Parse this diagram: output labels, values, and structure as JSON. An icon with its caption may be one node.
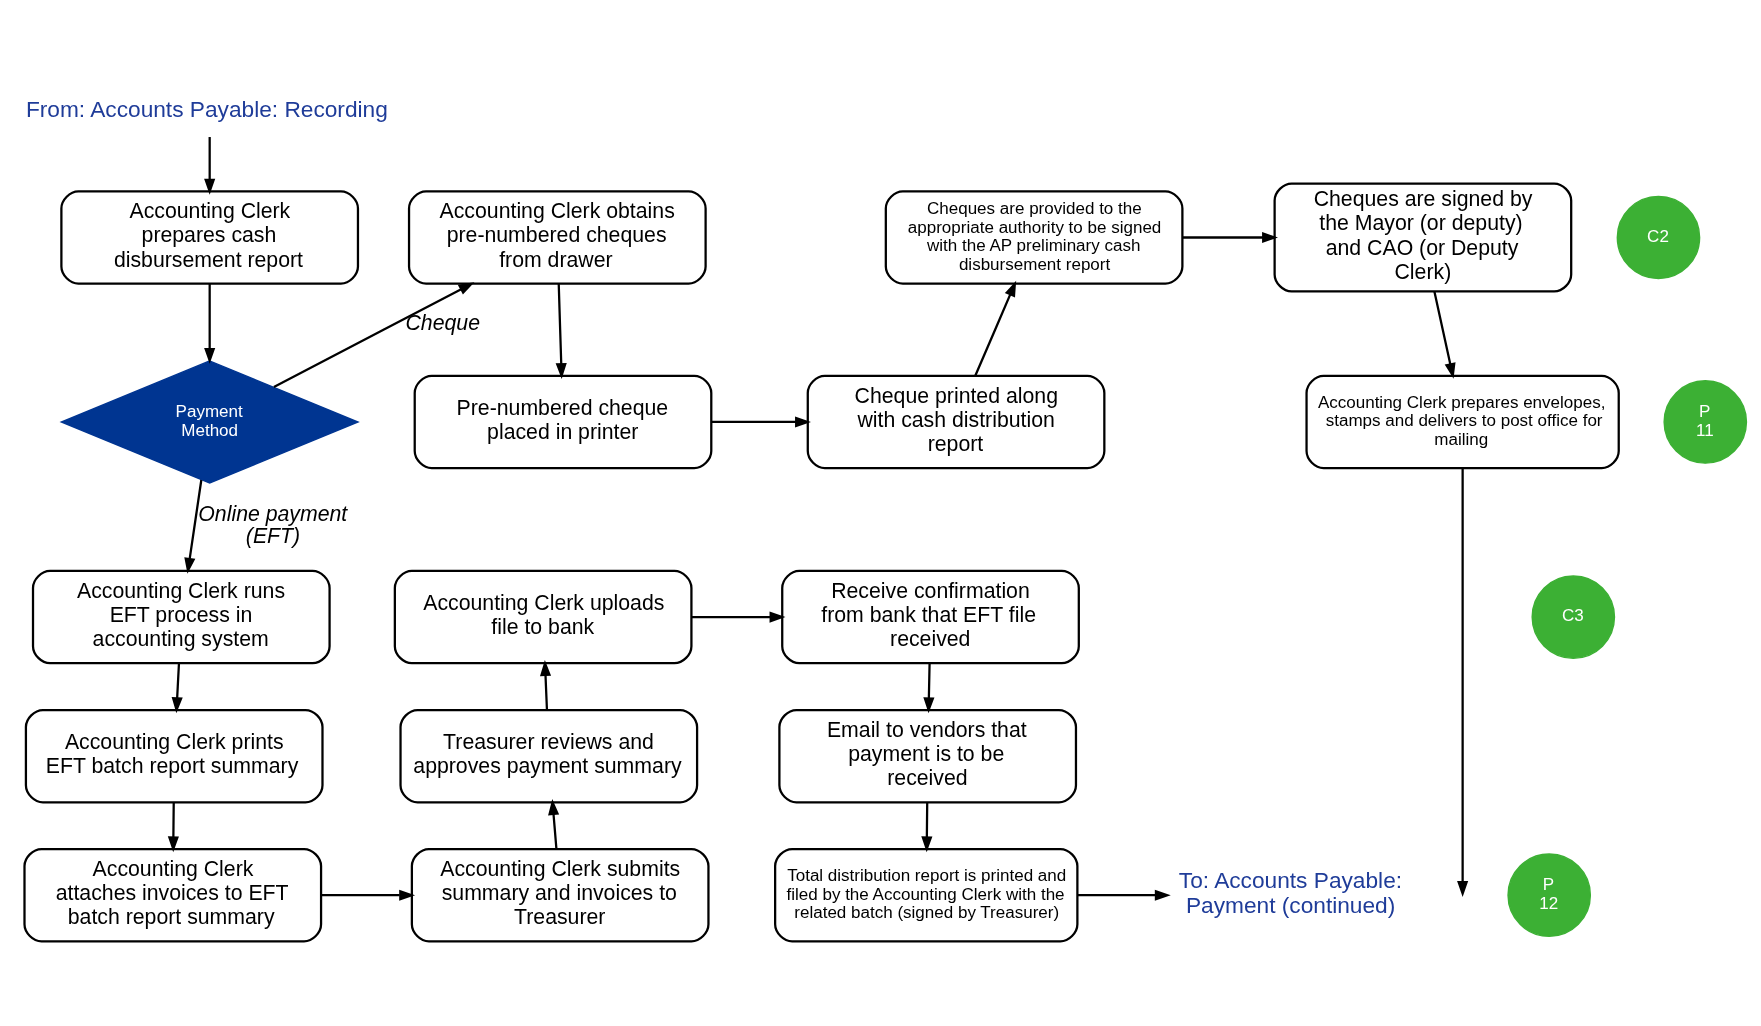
{
  "diagram": {
    "nodes": [
      {
        "text": [
          "From: Accounts Payable: Recording"
        ]
      },
      {
        "text": [
          "Accounting Clerk prepares cash disbursement report"
        ]
      },
      {
        "text": [
          "Payment Method"
        ]
      },
      {
        "text": [
          "Accounting Clerk runs EFT process in accounting system"
        ]
      },
      {
        "text": [
          "Accounting Clerk prints EFT batch report summary"
        ]
      },
      {
        "text": [
          "Accounting Clerk attaches invoices to EFT batch report summary"
        ]
      },
      {
        "text": [
          "Accounting Clerk obtains pre-numbered cheques from drawer"
        ]
      },
      {
        "text": [
          "C2"
        ]
      },
      {
        "text": [
          "Pre-numbered cheque placed in printer"
        ]
      },
      {
        "text": [
          "P 11"
        ]
      },
      {
        "text": [
          "Accounting Clerk uploads file to bank"
        ]
      },
      {
        "text": [
          "C3"
        ]
      },
      {
        "text": [
          "Treasurer reviews and approves payment summary"
        ]
      },
      {
        "text": [
          "Accounting Clerk submits summary and invoices to Treasurer"
        ]
      },
      {
        "text": [
          "Cheques are provided to the appropriate authority to be signed with the AP preliminary cash disbursement report"
        ]
      },
      {
        "text": [
          "Cheque printed along with cash distribution report"
        ]
      },
      {
        "text": [
          "Receive confirmation from bank that EFT file received"
        ]
      },
      {
        "text": [
          "Email to vendors that payment is to be received"
        ]
      },
      {
        "text": [
          "Total distribution report is printed and filed by the Accounting Clerk with the related batch (signed by Treasurer)"
        ]
      },
      {
        "text": [
          "P 12"
        ]
      },
      {
        "text": [
          "Cheques are signed by the Mayor (or deputy) and CAO (or Deputy Clerk)"
        ]
      },
      {
        "text": [
          "Accounting Clerk prepares envelopes, stamps and delivers to post office for mailing"
        ]
      },
      {
        "text": [
          "To: Accounts Payable: Payment (continued)"
        ]
      }
    ],
    "edges": [
      {
        "from": 0,
        "to": 1,
        "arrow": "to"
      },
      {
        "from": 1,
        "to": 2,
        "arrow": "to"
      },
      {
        "from": 2,
        "to": 6,
        "arrow": "to",
        "label": "Cheque"
      },
      {
        "from": 2,
        "to": 3,
        "arrow": "to",
        "label": "Online payment (EFT)"
      },
      {
        "from": 3,
        "to": 4,
        "arrow": "to"
      },
      {
        "from": 4,
        "to": 5,
        "arrow": "to"
      },
      {
        "from": 5,
        "to": 13,
        "arrow": "to"
      },
      {
        "from": 13,
        "to": 12,
        "arrow": "to"
      },
      {
        "from": 12,
        "to": 10,
        "arrow": "to"
      },
      {
        "from": 10,
        "to": 16,
        "arrow": "to"
      },
      {
        "from": 16,
        "to": 17,
        "arrow": "to"
      },
      {
        "from": 17,
        "to": 18,
        "arrow": "to"
      },
      {
        "from": 18,
        "to": 22,
        "arrow": "to"
      },
      {
        "from": 6,
        "to": 8,
        "arrow": "to"
      },
      {
        "from": 8,
        "to": 15,
        "arrow": "to"
      },
      {
        "from": 15,
        "to": 14,
        "arrow": "to"
      },
      {
        "from": 14,
        "to": 20,
        "arrow": "to"
      },
      {
        "from": 20,
        "to": 21,
        "arrow": "to"
      },
      {
        "from": 21,
        "to": null,
        "arrow": "to"
      }
    ]
  }
}
